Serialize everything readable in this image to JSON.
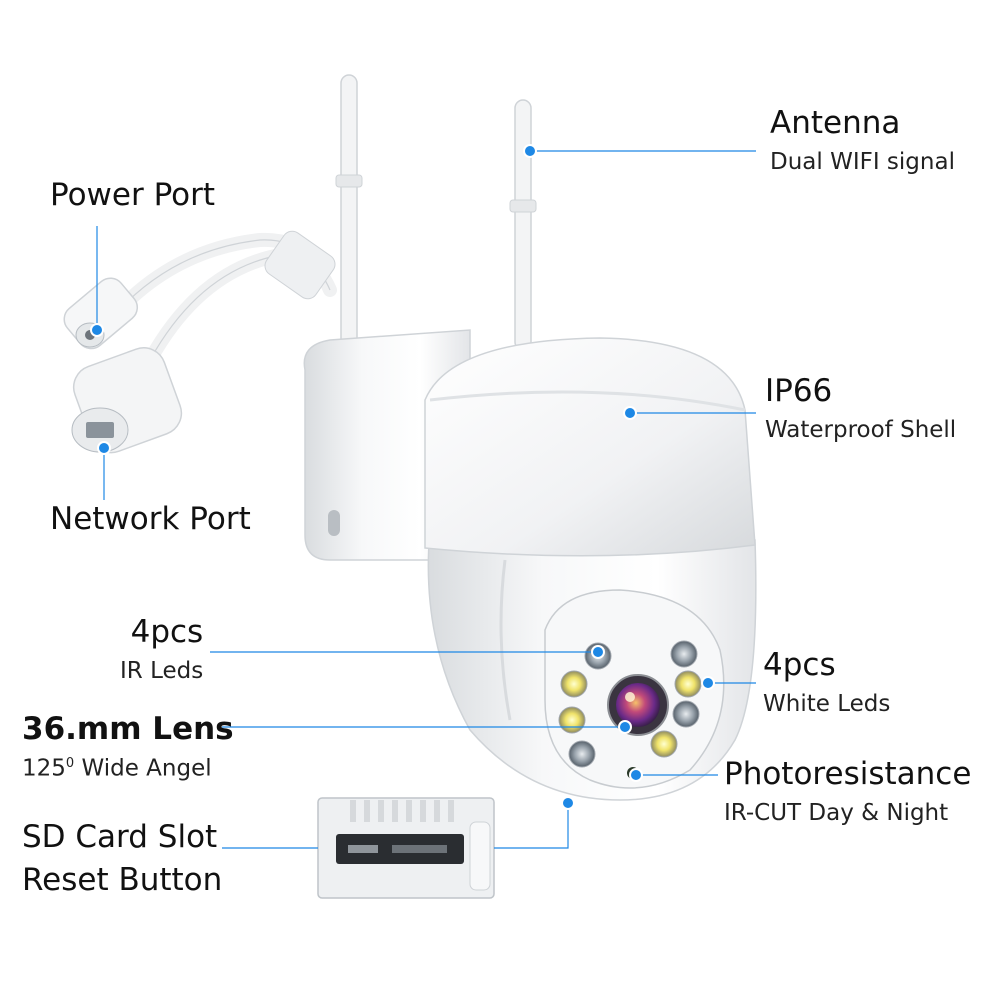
{
  "labels": {
    "power_port": "Power Port",
    "network_port": "Network Port",
    "antenna_title": "Antenna",
    "antenna_sub": "Dual WIFI signal",
    "ip66_title": "IP66",
    "ip66_sub": "Waterproof Shell",
    "ir_title": "4pcs",
    "ir_sub": "IR Leds",
    "white_title": "4pcs",
    "white_sub": "White Leds",
    "lens_title": "36.mm Lens",
    "lens_sub_number": "125",
    "lens_sub_sup": "0",
    "lens_sub_text": " Wide Angel",
    "photo_title": "Photoresistance",
    "photo_sub": "IR-CUT Day & Night",
    "sd_title": "SD Card Slot",
    "reset_title": "Reset Button"
  },
  "colors": {
    "callout": "#1e88e5",
    "background": "#ffffff",
    "camera_body": "#f2f3f5",
    "lens": "#9b3bb5"
  }
}
